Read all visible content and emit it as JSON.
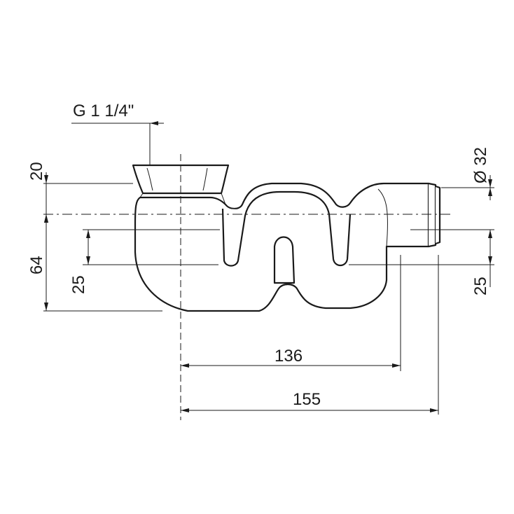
{
  "dimensions": {
    "thread": "G 1 1/4\"",
    "top_height": "20",
    "total_height": "64",
    "left_offset": "25",
    "outlet_diameter": "Ø 32",
    "right_offset": "25",
    "length_inner": "136",
    "length_outer": "155"
  }
}
